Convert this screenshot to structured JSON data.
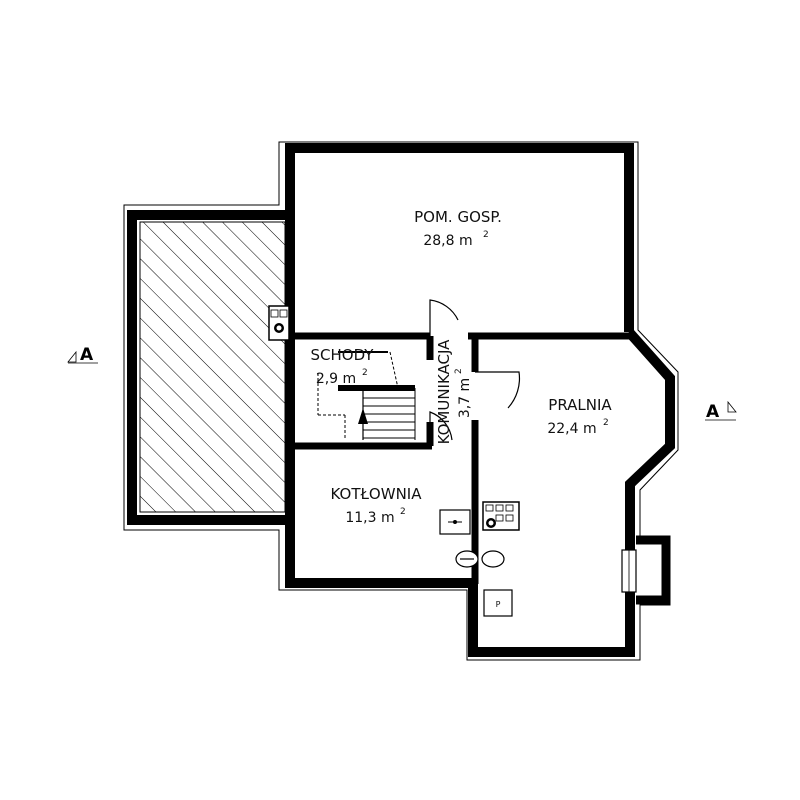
{
  "rooms": {
    "pom_gosp": {
      "name": "POM. GOSP.",
      "area": "28,8 m",
      "unit_exp": "2"
    },
    "schody": {
      "name": "SCHODY",
      "area": "2,9 m",
      "unit_exp": "2"
    },
    "komunikacja": {
      "name": "KOMUNIKACJA",
      "area": "3,7 m",
      "unit_exp": "2"
    },
    "pralnia": {
      "name": "PRALNIA",
      "area": "22,4 m",
      "unit_exp": "2"
    },
    "kotlownia": {
      "name": "KOTŁOWNIA",
      "area": "11,3 m",
      "unit_exp": "2"
    }
  },
  "section_markers": {
    "left": "A",
    "right": "A"
  },
  "fixtures": {
    "appliance_label": "P"
  },
  "colors": {
    "wall": "#000000",
    "hatch": "#000000",
    "background": "#ffffff"
  }
}
